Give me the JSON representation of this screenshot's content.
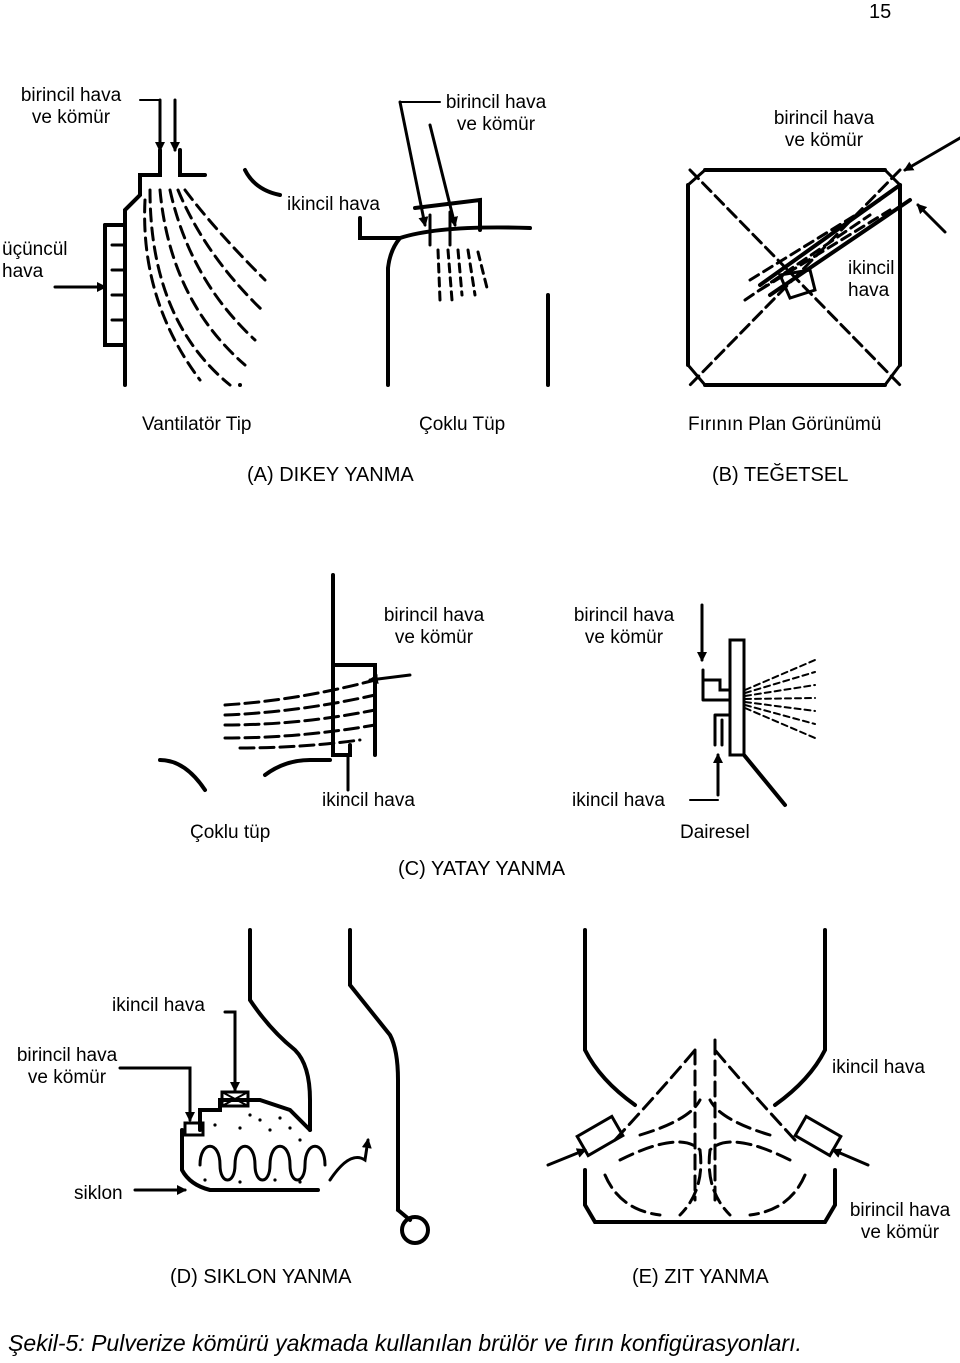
{
  "page_number": "15",
  "panel_a": {
    "top_left_label": [
      "birincil hava",
      "ve kömür"
    ],
    "tertiary_label": [
      "üçüncül",
      "hava"
    ],
    "mid_top_label": [
      "birincil hava",
      "ve kömür"
    ],
    "secondary_label": "ikincil hava",
    "sub_left": "Vantilatör Tip",
    "sub_right": "Çoklu Tüp",
    "title": "(A) DIKEY YANMA"
  },
  "panel_b": {
    "primary_label": [
      "birincil hava",
      "ve kömür"
    ],
    "secondary_label": [
      "ikincil",
      "hava"
    ],
    "sub": "Fırının Plan Görünümü",
    "title": "(B) TEĞETSEL"
  },
  "panel_c": {
    "left_primary": [
      "birincil hava",
      "ve kömür"
    ],
    "right_primary": [
      "birincil hava",
      "ve kömür"
    ],
    "left_secondary": "ikincil hava",
    "right_secondary": "ikincil hava",
    "sub_left": "Çoklu tüp",
    "sub_right": "Dairesel",
    "title": "(C) YATAY YANMA"
  },
  "panel_d": {
    "secondary_label": "ikincil hava",
    "primary_label": [
      "birincil hava",
      "ve kömür"
    ],
    "cyclone_label": "siklon",
    "title": "(D) SIKLON YANMA"
  },
  "panel_e": {
    "secondary_label": "ikincil hava",
    "primary_label": [
      "birincil hava",
      "ve kömür"
    ],
    "title": "(E) ZIT YANMA"
  },
  "caption": "Şekil-5: Pulverize kömürü yakmada kullanılan  brülör ve fırın konfigürasyonları."
}
